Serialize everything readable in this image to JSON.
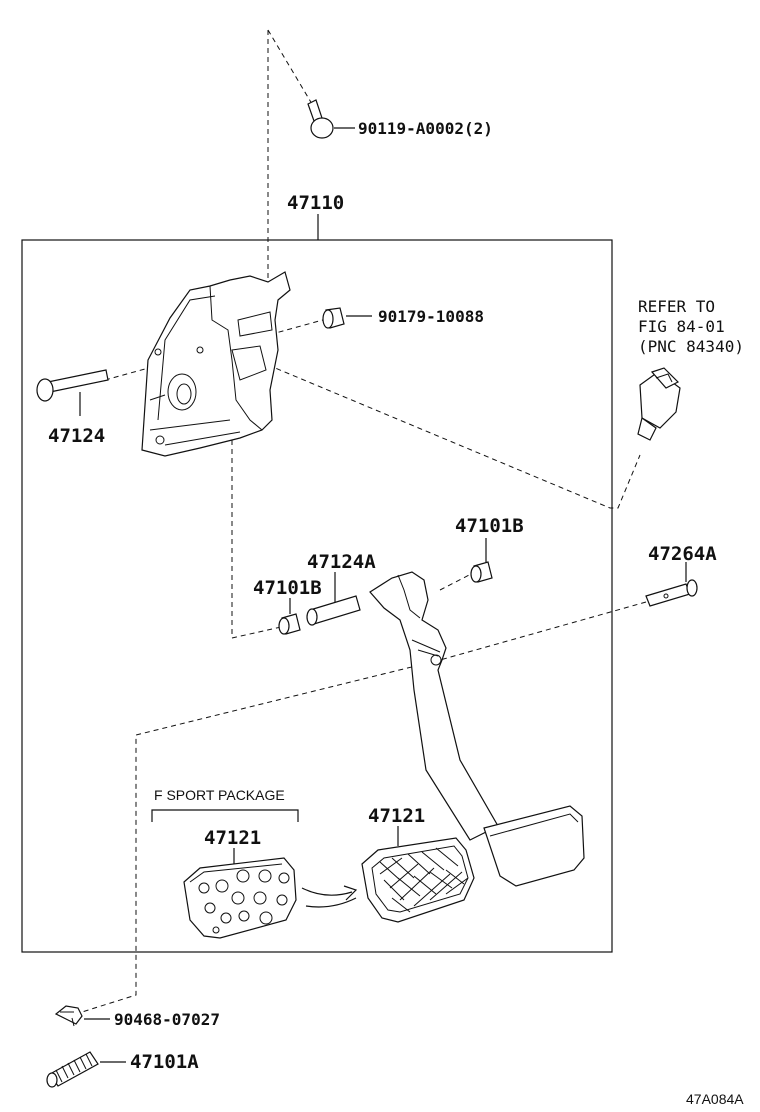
{
  "labels": {
    "top_bolt": "90119-A0002(2)",
    "assembly": "47110",
    "bushing_top": "90179-10088",
    "bolt_left": "47124",
    "refer_line1": "REFER TO",
    "refer_line2": "FIG 84-01",
    "refer_line3": "(PNC 84340)",
    "bushing_right": "47101B",
    "collar": "47124A",
    "bushing_left": "47101B",
    "pin": "47264A",
    "pad_sport": "47121",
    "pad_std": "47121",
    "clip": "90468-07027",
    "spring": "47101A"
  },
  "note": {
    "f_sport": "F SPORT PACKAGE"
  },
  "figure_code": "47A084A"
}
